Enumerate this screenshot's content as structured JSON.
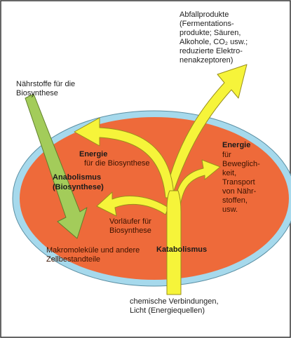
{
  "labels": {
    "waste": "Abfallprodukte\n(Fermentations-\nprodukte; Säuren,\nAlkohole, CO₂ usw.;\nreduzierte Elektro-\nnenakzeptoren)",
    "nutrients": "Nährstoffe für die\nBiosynthese",
    "energy_biosynthesis_title": "Energie",
    "energy_biosynthesis_text": "für die Biosynthese",
    "anabolism_title": "Anabolismus",
    "anabolism_sub": "(Biosynthese)",
    "energy_motion_title": "Energie",
    "energy_motion_text": "für\nBeweglich-\nkeit,\nTransport\nvon Nähr-\nstoffen,\nusw.",
    "precursors": "Vorläufer für\nBiosynthese",
    "macromolecules": "Makromoleküle und andere\nZellbestandteile",
    "catabolism": "Katabolismus",
    "sources": "chemische Verbindungen,\nLicht (Energiequellen)"
  },
  "colors": {
    "cell_fill": "#ee6a3a",
    "membrane": "#a6d9ec",
    "membrane_edge": "#5b8fa3",
    "energy_arrow": "#f6f43a",
    "energy_edge": "#9a8f1c",
    "nutrient_arrow": "#a3cc5a",
    "nutrient_edge": "#5f7f2b",
    "frame": "#333333"
  }
}
